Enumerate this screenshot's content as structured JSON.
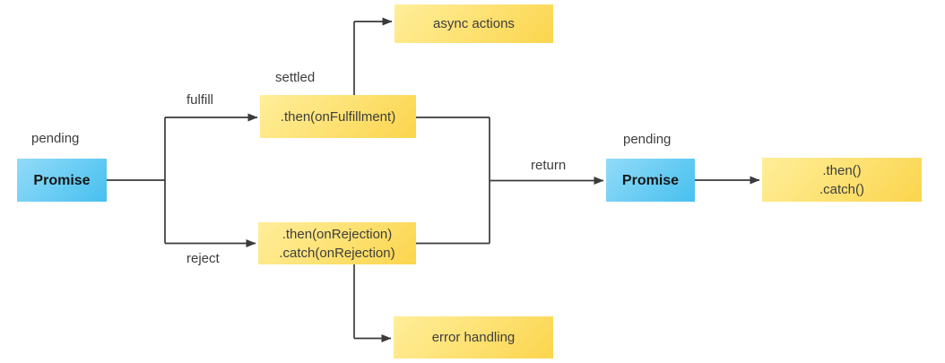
{
  "diagram": {
    "nodes": {
      "promise_initial": {
        "label": "Promise"
      },
      "then_fulfillment": {
        "label": ".then(onFulfillment)"
      },
      "then_rejection": {
        "line1": ".then(onRejection)",
        "line2": ".catch(onRejection)"
      },
      "async_actions": {
        "label": "async actions"
      },
      "error_handling": {
        "label": "error handling"
      },
      "promise_returned": {
        "label": "Promise"
      },
      "then_catch": {
        "line1": ".then()",
        "line2": ".catch()"
      }
    },
    "labels": {
      "pending_left": "pending",
      "fulfill": "fulfill",
      "settled": "settled",
      "reject": "reject",
      "return": "return",
      "pending_right": "pending"
    },
    "colors": {
      "promise_box_light": "#92dbf8",
      "promise_box_dark": "#47c0ef",
      "handler_box_light": "#ffee9a",
      "handler_box_dark": "#fbd54d",
      "line": "#3a3a3a",
      "text": "#3d3d3d"
    }
  }
}
